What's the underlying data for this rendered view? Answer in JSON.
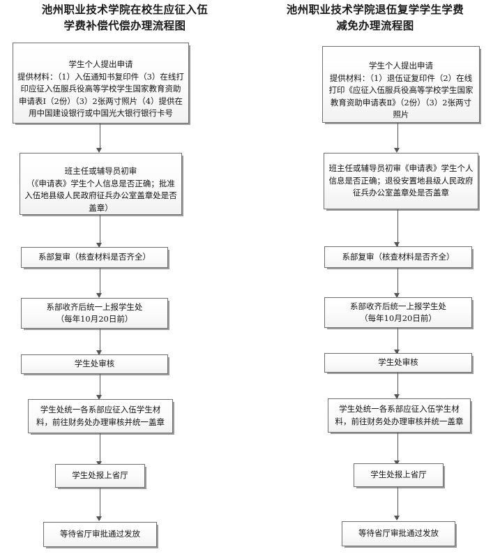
{
  "document": {
    "kind": "flowchart",
    "columns": [
      {
        "id": "left",
        "title": "池州职业技术学院在校生应征入伍\n学费补偿代偿办理流程图",
        "nodes": [
          {
            "id": "apply",
            "name": "student-application",
            "heading": "学生个人提出申请",
            "body": "提供材料：（1）入伍通知书复印件（3）在线打印应征入伍服兵役高等学校学生国家教育资助申请表Ⅰ（2份）（3）2张两寸照片（4）提供在用中国建设银行或中国光大银行银行卡号"
          },
          {
            "id": "first-review",
            "name": "counselor-first-review",
            "heading": "班主任或辅导员初审",
            "body": "（《申请表》学生个人信息是否正确；批准入伍地县级人民政府征兵办公室盖章处是否盖章）"
          },
          {
            "id": "dept-review",
            "name": "department-review",
            "heading": "",
            "body": "系部复审（核查材料是否齐全）"
          },
          {
            "id": "dept-submit",
            "name": "department-submit",
            "heading": "系部收齐后统一上报学生处",
            "body": "（每年10月20日前）"
          },
          {
            "id": "office-audit",
            "name": "student-affairs-audit",
            "heading": "",
            "body": "学生处审核"
          },
          {
            "id": "finance-seal",
            "name": "finance-office-seal",
            "heading": "",
            "body": "学生处统一各系部应征入伍学生材料，前往财务处办理审核并统一盖章"
          },
          {
            "id": "report-province",
            "name": "report-to-province",
            "heading": "",
            "body": "学生处报上省厅"
          },
          {
            "id": "await-approval",
            "name": "await-provincial-approval",
            "heading": "",
            "body": "等待省厅审批通过发放"
          }
        ]
      },
      {
        "id": "right",
        "title": "池州职业技术学院退伍复学学生学费\n减免办理流程图",
        "nodes": [
          {
            "id": "apply",
            "name": "student-application",
            "heading": "学生个人提出申请",
            "body": "提供材料：（1）退伍证复印件（2）在线打印《应征入伍服兵役高等学校学生国家教育资助申请表Ⅱ》（2份）（3）2张两寸照片"
          },
          {
            "id": "first-review",
            "name": "counselor-first-review",
            "heading": "",
            "body": "班主任或辅导员初审《申请表》学生个人信息是否正确；退役安置地县级人民政府征兵办公室盖章处是否盖章"
          },
          {
            "id": "dept-review",
            "name": "department-review",
            "heading": "",
            "body": "系部复审（核查材料是否齐全）"
          },
          {
            "id": "dept-submit",
            "name": "department-submit",
            "heading": "系部收齐后统一上报学生处",
            "body": "（每年10月20日前）"
          },
          {
            "id": "office-audit",
            "name": "student-affairs-audit",
            "heading": "",
            "body": "学生处审核"
          },
          {
            "id": "finance-seal",
            "name": "finance-office-seal",
            "heading": "",
            "body": "学生处统一各系部应征入伍学生材料，前往财务处办理审核并统一盖章"
          },
          {
            "id": "report-province",
            "name": "report-to-province",
            "heading": "",
            "body": "学生处报上省厅"
          },
          {
            "id": "await-approval",
            "name": "await-provincial-approval",
            "heading": "",
            "body": "等待省厅审批通过发放"
          }
        ]
      }
    ]
  },
  "style": {
    "box_border": "#6e6e6e",
    "box_shadow": "#9a9a9a",
    "connector": "#555555",
    "text": "#111111"
  }
}
